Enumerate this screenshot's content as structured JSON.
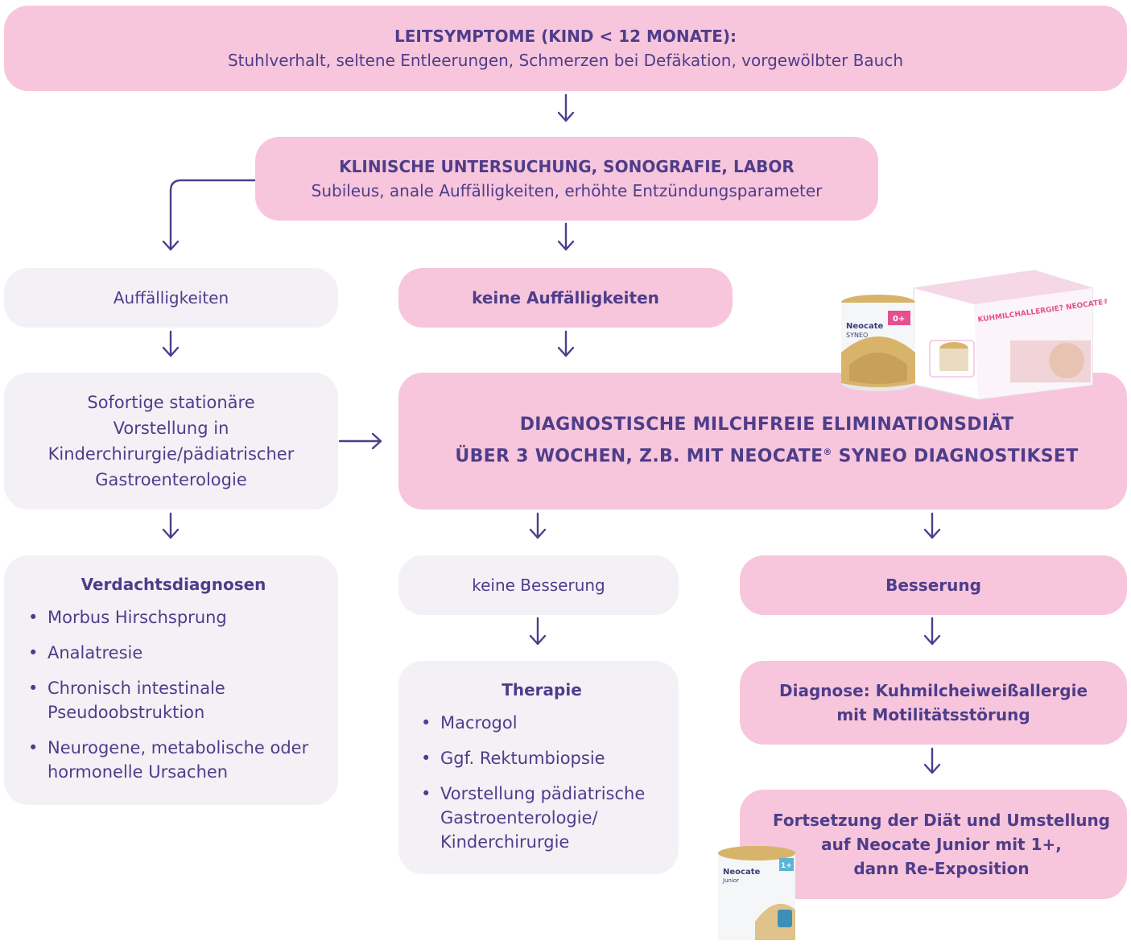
{
  "top": {
    "title": "LEITSYMPTOME (KIND < 12 MONATE):",
    "text": "Stuhlverhalt, seltene Entleerungen, Schmerzen bei Defäkation, vorgewölbter Bauch"
  },
  "exam": {
    "title": "KLINISCHE UNTERSUCHUNG, SONOGRAFIE, LABOR",
    "text": "Subileus, anale Auffälligkeiten, erhöhte Entzündungsparameter"
  },
  "findings": {
    "label": "Auffälligkeiten"
  },
  "no_findings": {
    "label": "keine Auffälligkeiten"
  },
  "referral": {
    "line1": "Sofortige stationäre",
    "line2": "Vorstellung in",
    "line3": "Kinderchirurgie/pädiatrischer",
    "line4": "Gastroenterologie"
  },
  "elimination": {
    "line1": "DIAGNOSTISCHE MILCHFREIE ELIMINATIONSDIÄT",
    "line2_prefix": "ÜBER 3 WOCHEN, Z.B. MIT NEOCATE",
    "reg": "®",
    "line2_suffix": " SYNEO DIAGNOSTIKSET"
  },
  "suspected": {
    "title": "Verdachtsdiagnosen",
    "items": [
      "Morbus Hirschsprung",
      "Analatresie",
      "Chronisch intestinale Pseudoobstruktion",
      "Neurogene, metabolische oder hormonelle Ursachen"
    ]
  },
  "no_improvement": {
    "label": "keine Besserung"
  },
  "improvement": {
    "label": "Besserung"
  },
  "therapy": {
    "title": "Therapie",
    "items": [
      "Macrogol",
      "Ggf. Rektumbiopsie",
      "Vorstellung pädiatrische Gastroenterologie/ Kinderchirurgie"
    ]
  },
  "diagnosis": {
    "line1": "Diagnose: Kuhmilcheiweißallergie",
    "line2": "mit Motilitätsstörung"
  },
  "continuation": {
    "line1": "Fortsetzung der Diät und Umstellung",
    "line2": "auf Neocate Junior mit 1+,",
    "line3": "dann Re-Exposition"
  },
  "products": {
    "syneo_can_brand": "Neocate",
    "syneo_can_name": "SYNEO",
    "syneo_can_badge": "0+",
    "syneo_box_text": "KUHMILCHALLERGIE? NEOCATE® SYNEO",
    "junior_can_brand": "Neocate",
    "junior_can_name": "Junior",
    "junior_can_badge": "1+",
    "colors": {
      "gold": "#d8b46a",
      "box_pink": "#e84f8e",
      "can_white": "#f5f6f8"
    }
  },
  "colors": {
    "pink": "#f7c6dc",
    "grey": "#f3f1f6",
    "text": "#4e3d8a"
  }
}
